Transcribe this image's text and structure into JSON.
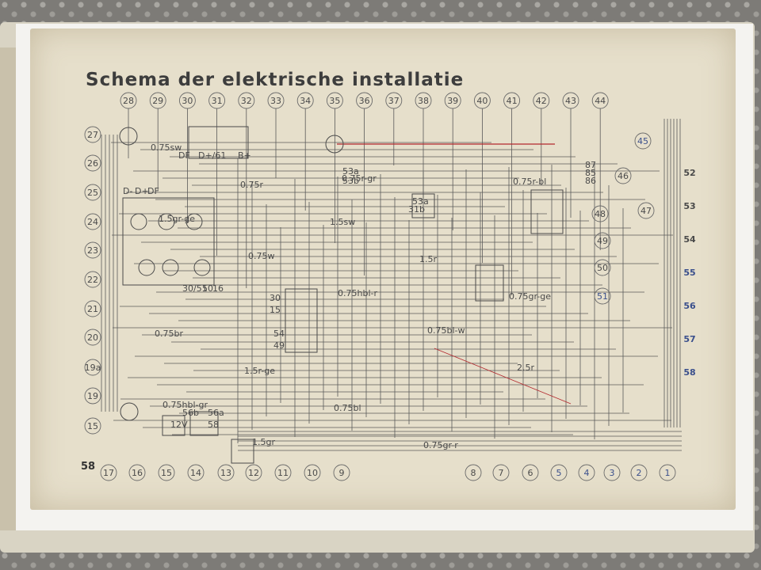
{
  "page": {
    "title": "Schema der elektrische installatie",
    "page_number": "58"
  },
  "diagram": {
    "top_numbers": [
      "28",
      "29",
      "30",
      "31",
      "32",
      "33",
      "34",
      "35",
      "36",
      "37",
      "38",
      "39",
      "40",
      "41",
      "42",
      "43",
      "44"
    ],
    "left_numbers": [
      "27",
      "26",
      "25",
      "24",
      "23",
      "22",
      "21",
      "20",
      "19a",
      "19",
      "15"
    ],
    "bottom_numbers": [
      "17",
      "16",
      "15",
      "14",
      "13",
      "12",
      "11",
      "10",
      "9",
      "8",
      "7",
      "6",
      "5",
      "4",
      "3",
      "2",
      "1"
    ],
    "right_numbers": [
      "45",
      "46",
      "47",
      "48",
      "49",
      "50",
      "51"
    ],
    "right_edge_numbers": [
      "52",
      "53",
      "54",
      "55",
      "56",
      "57",
      "58"
    ],
    "blue_highlighted": [
      "45",
      "55",
      "56",
      "57",
      "58",
      "5",
      "4",
      "3",
      "2",
      "1",
      "51"
    ],
    "terminal_labels": [
      "D-",
      "D+",
      "DF",
      "DF",
      "D+/61",
      "B+",
      "30",
      "15",
      "54",
      "49",
      "30/51",
      "50",
      "16",
      "12V",
      "56b",
      "56a",
      "58",
      "53a",
      "53b",
      "31b",
      "53a",
      "87",
      "85",
      "86"
    ],
    "wire_labels": [
      "0.75sw",
      "0.75r",
      "1.5sw",
      "1.5r",
      "0.75gr-ge",
      "0.75br",
      "1.5r-ge",
      "0.75bl",
      "0.75gr-r",
      "0.75r-bl",
      "1.5gr-ge",
      "0.75w",
      "0.75hbl-r",
      "0.75bl-w",
      "2.5r",
      "0.75hbl-gr",
      "1.5gr",
      "0.75r-gr"
    ]
  },
  "colors": {
    "paper": "#e6dfcb",
    "ink": "#4a4a4a",
    "accent_blue": "#3a4f8c",
    "accent_red": "#b3282d"
  }
}
